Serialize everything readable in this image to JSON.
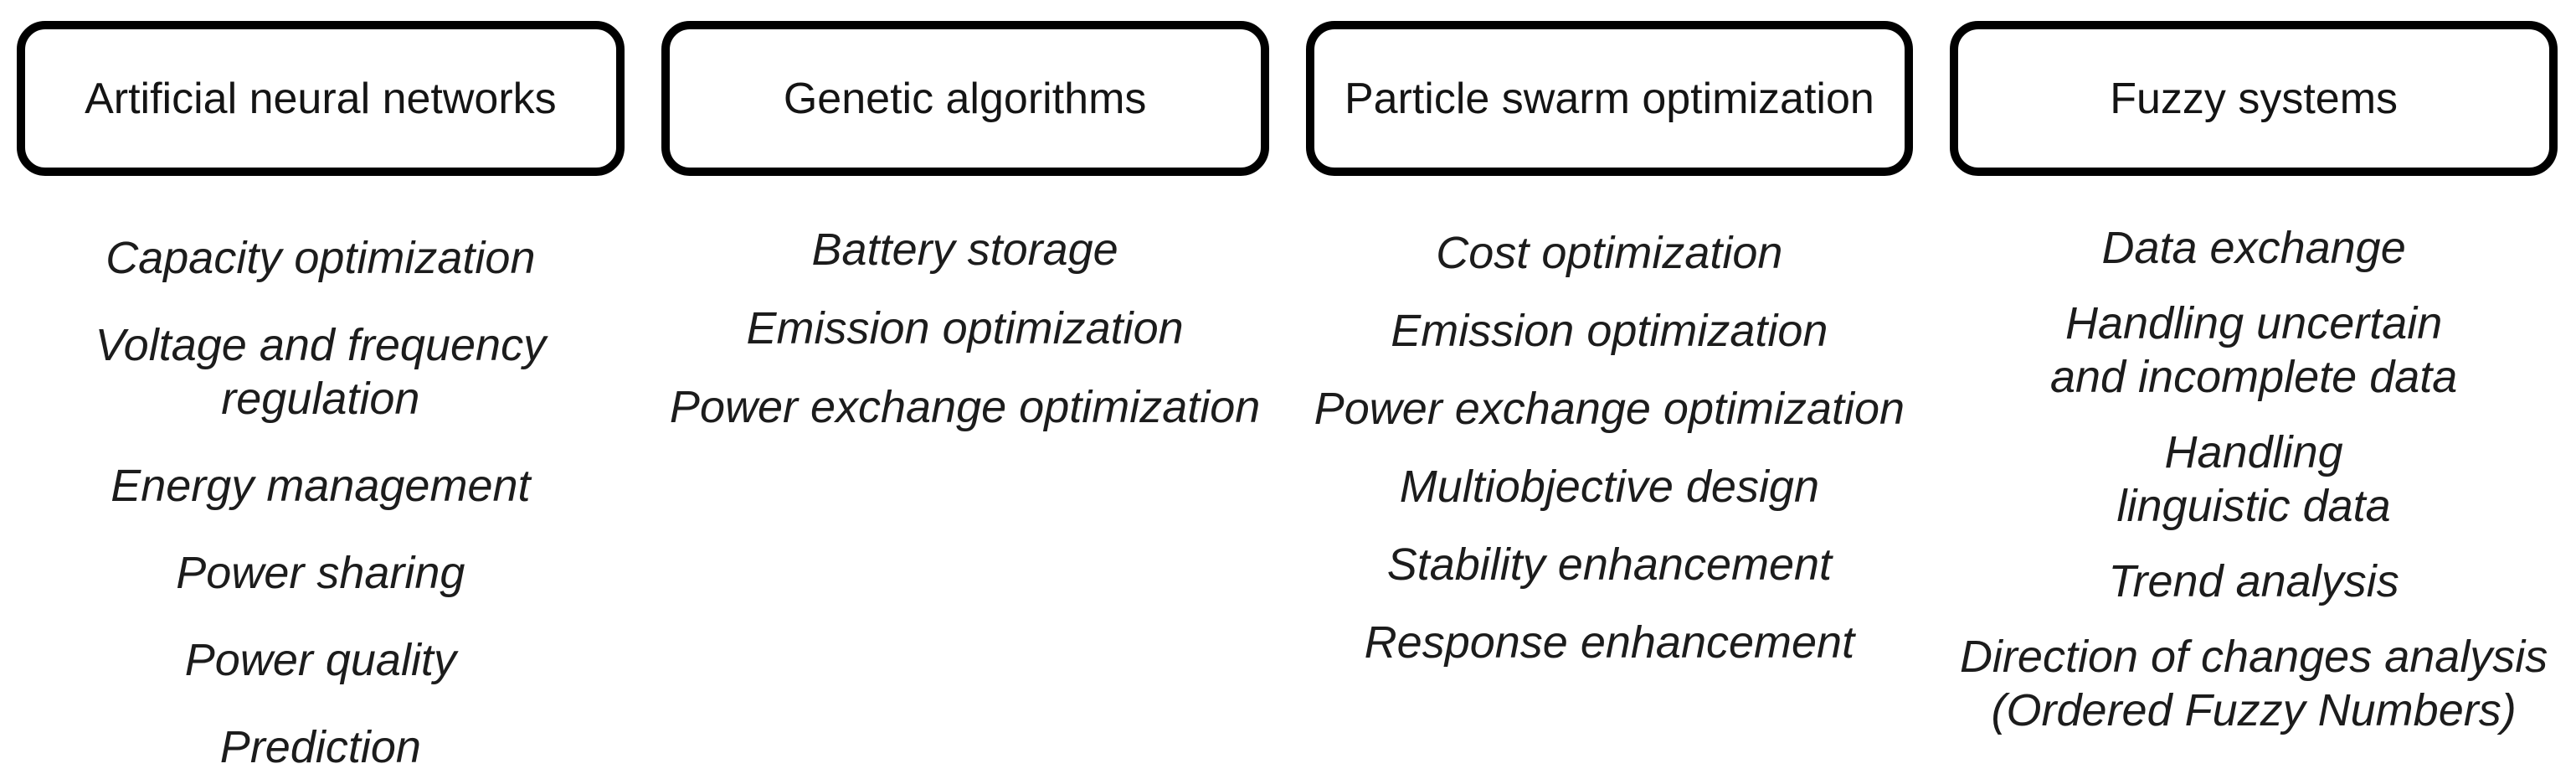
{
  "page": {
    "background_color": "#ffffff",
    "text_color": "#1c1c1c",
    "box_border_color": "#000000"
  },
  "columns": [
    {
      "title": "Artificial neural networks",
      "items": [
        {
          "lines": [
            "Capacity optimization"
          ]
        },
        {
          "lines": [
            "Voltage and frequency",
            "regulation"
          ]
        },
        {
          "lines": [
            "Energy management"
          ]
        },
        {
          "lines": [
            "Power sharing"
          ]
        },
        {
          "lines": [
            "Power quality"
          ]
        },
        {
          "lines": [
            "Prediction"
          ]
        }
      ]
    },
    {
      "title": "Genetic algorithms",
      "items": [
        {
          "lines": [
            "Battery storage"
          ]
        },
        {
          "lines": [
            "Emission optimization"
          ]
        },
        {
          "lines": [
            "Power exchange optimization"
          ]
        }
      ]
    },
    {
      "title": "Particle swarm optimization",
      "items": [
        {
          "lines": [
            "Cost optimization"
          ]
        },
        {
          "lines": [
            "Emission optimization"
          ]
        },
        {
          "lines": [
            "Power exchange optimization"
          ]
        },
        {
          "lines": [
            "Multiobjective design"
          ]
        },
        {
          "lines": [
            "Stability enhancement"
          ]
        },
        {
          "lines": [
            "Response enhancement"
          ]
        }
      ]
    },
    {
      "title": "Fuzzy systems",
      "items": [
        {
          "lines": [
            "Data exchange"
          ]
        },
        {
          "lines": [
            "Handling uncertain",
            "and incomplete data"
          ]
        },
        {
          "lines": [
            "Handling",
            "linguistic data"
          ]
        },
        {
          "lines": [
            "Trend analysis"
          ]
        },
        {
          "lines": [
            "Direction of changes analysis",
            "(Ordered Fuzzy Numbers)"
          ]
        }
      ]
    }
  ]
}
